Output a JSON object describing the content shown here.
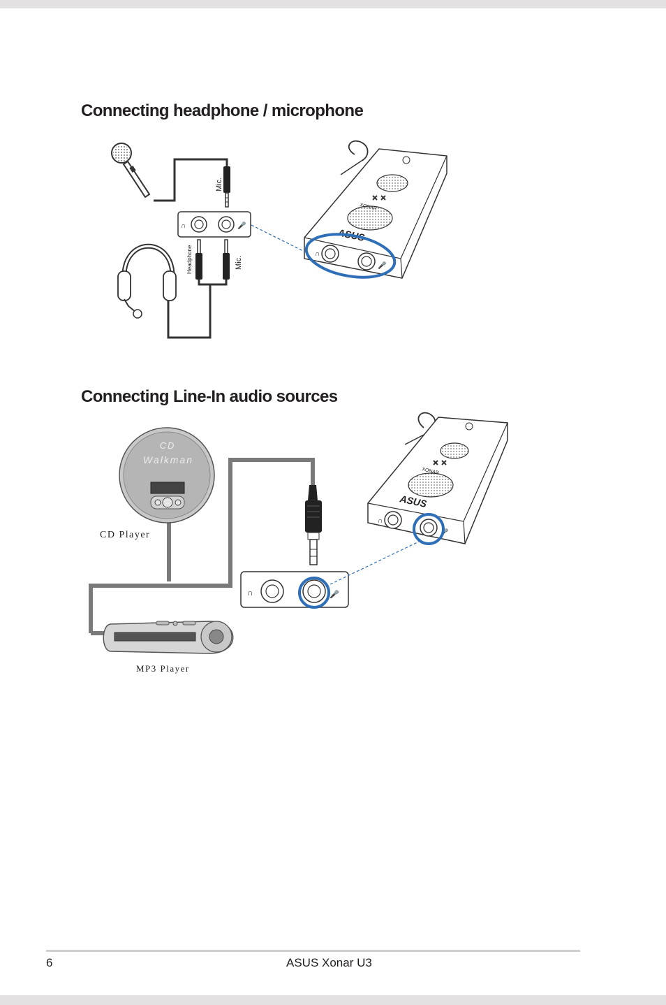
{
  "headings": {
    "headphone_mic": "Connecting headphone / microphone",
    "line_in": "Connecting Line-In audio sources"
  },
  "figure1": {
    "mic_label_top": "Mic.",
    "mic_label_bottom": "Mic.",
    "headphone_label": "Headphone",
    "device_brand": "ASUS",
    "device_model": "XONAR"
  },
  "figure2": {
    "walkman_line1": "CD",
    "walkman_line2": "Walkman",
    "cd_player_label": "CD Player",
    "mp3_player_label": "MP3 Player",
    "device_brand": "ASUS",
    "device_model": "XONAR"
  },
  "footer": {
    "page_number": "6",
    "title": "ASUS Xonar U3"
  },
  "colors": {
    "highlight": "#2f6fb8",
    "cable_dark": "#333333",
    "cable_gray": "#7a7a7a"
  }
}
